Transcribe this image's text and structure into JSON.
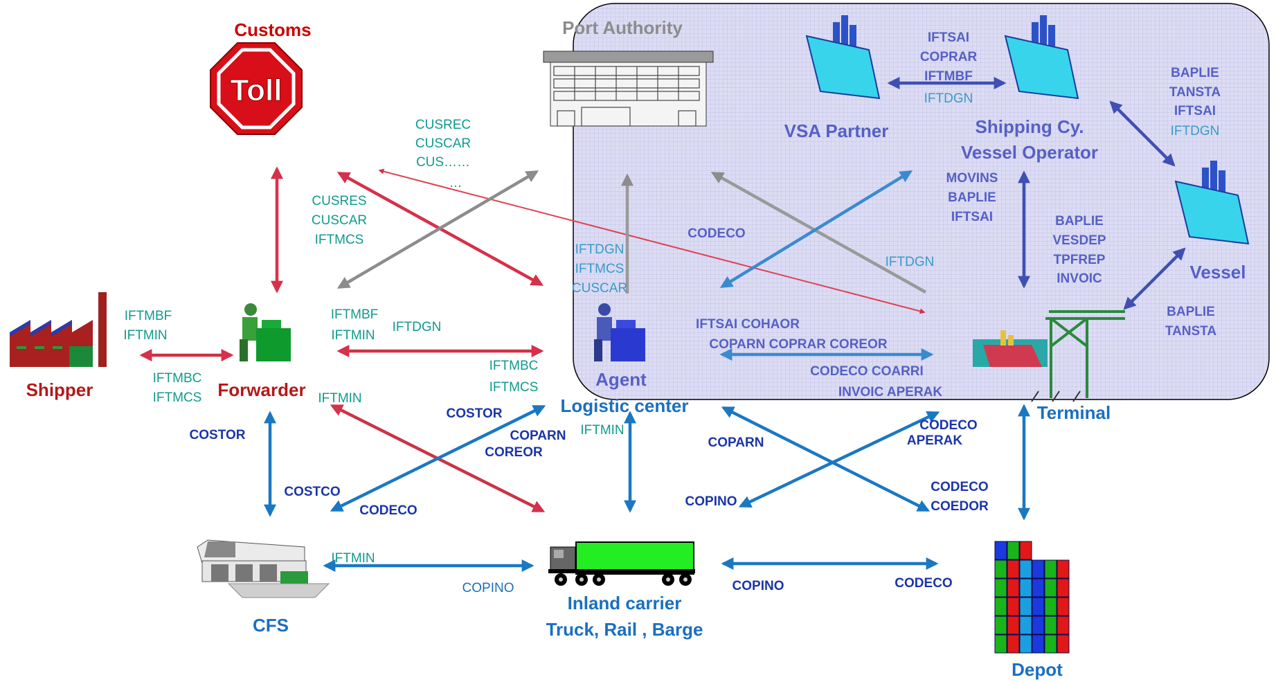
{
  "entities": {
    "customs": "Customs",
    "port_authority": "Port Authority",
    "vsa_partner": "VSA Partner",
    "shipping_cy_line1": "Shipping Cy.",
    "shipping_cy_line2": "Vessel Operator",
    "vessel": "Vessel",
    "shipper": "Shipper",
    "forwarder": "Forwarder",
    "agent": "Agent",
    "logistic_center": "Logistic center",
    "terminal": "Terminal",
    "cfs": "CFS",
    "inland_carrier_line1": "Inland carrier",
    "inland_carrier_line2": "Truck, Rail , Barge",
    "depot": "Depot",
    "toll_sign": "Toll"
  },
  "messages": {
    "vsa_shipping": [
      "IFTSAI",
      "COPRAR",
      "IFTMBF",
      "IFTDGN"
    ],
    "shipping_vessel": [
      "BAPLIE",
      "TANSTA",
      "IFTSAI",
      "IFTDGN"
    ],
    "customs_forwarder_top": [
      "CUSREC",
      "CUSCAR",
      "CUS……",
      "…"
    ],
    "customs_forwarder_mid": [
      "CUSRES",
      "CUSCAR",
      "IFTMCS"
    ],
    "shipping_terminal_left": [
      "MOVINS",
      "BAPLIE",
      "IFTSAI"
    ],
    "shipping_terminal_right": [
      "BAPLIE",
      "VESDEP",
      "TPFREP",
      "INVOIC"
    ],
    "codeco_agent": "CODECO",
    "agent_port": [
      "IFTDGN",
      "IFTMCS",
      "CUSCAR"
    ],
    "iftdgn_terminal": "IFTDGN",
    "vessel_terminal": [
      "BAPLIE",
      "TANSTA"
    ],
    "shipper_forwarder_top": [
      "IFTMBF",
      "IFTMIN"
    ],
    "shipper_forwarder_bottom": [
      "IFTMBC",
      "IFTMCS"
    ],
    "forwarder_agent_top": [
      "IFTMBF",
      "IFTMIN"
    ],
    "forwarder_agent_iftdgn": "IFTDGN",
    "forwarder_agent_bottom": [
      "IFTMBC",
      "IFTMCS"
    ],
    "agent_terminal_1": "IFTSAI  COHAOR",
    "agent_terminal_2": "COPARN   COPRAR  COREOR",
    "agent_terminal_3": "CODECO  COARRI",
    "agent_terminal_4": "INVOIC  APERAK",
    "forwarder_inland": "IFTMIN",
    "cfs_logistic_costor": "COSTOR",
    "logistic_inland_iftmin": "IFTMIN",
    "logistic_copard": [
      "COPARN",
      "COREOR"
    ],
    "forwarder_cfs_costor": "COSTOR",
    "cfs_costco": "COSTCO",
    "cfs_codeco": "CODECO",
    "logistic_coparn": "COPARN",
    "terminal_codeco_aperak": [
      "CODECO",
      "APERAK"
    ],
    "depot_copino": "COPINO",
    "depot_codeco_coedor": [
      "CODECO",
      "COEDOR"
    ],
    "cfs_inland_iftmin": "IFTMIN",
    "cfs_inland_copino": "COPINO",
    "inland_depot_copino": "COPINO",
    "inland_depot_codeco": "CODECO"
  },
  "colors": {
    "red_arrow": "#d6304a",
    "grey_arrow": "#8c8c8c",
    "blue_arrow": "#1a78c2",
    "port_region_fill": "#dcdcf4",
    "ship_hull": "#38d4ec",
    "crane": "#2a8a3a"
  }
}
